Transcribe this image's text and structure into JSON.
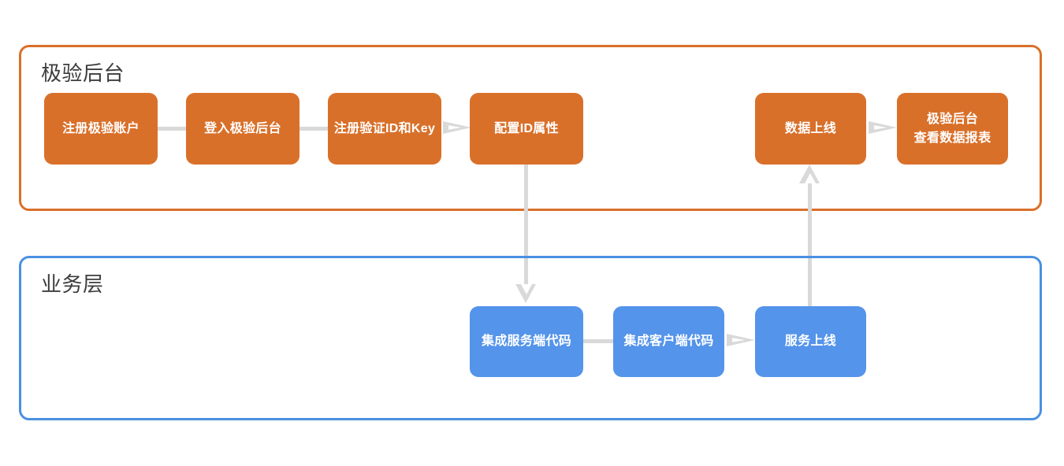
{
  "diagram": {
    "title_hidden": "",
    "groups": [
      {
        "id": "backend",
        "label": "极验后台",
        "border_color": "#d9702a",
        "node_color": "#d9702a"
      },
      {
        "id": "business",
        "label": "业务层",
        "border_color": "#4a90e2",
        "node_color": "#5494ea"
      }
    ],
    "nodes": {
      "register_account": "注册极验账户",
      "login_backend": "登入极验后台",
      "register_id_key": "注册验证ID和Key",
      "configure_id": "配置ID属性",
      "data_online": "数据上线",
      "view_report": "极验后台\n查看数据报表",
      "integrate_server": "集成服务端代码",
      "integrate_client": "集成客户端代码",
      "service_online": "服务上线"
    },
    "connector_color": "#d9d9d9"
  }
}
